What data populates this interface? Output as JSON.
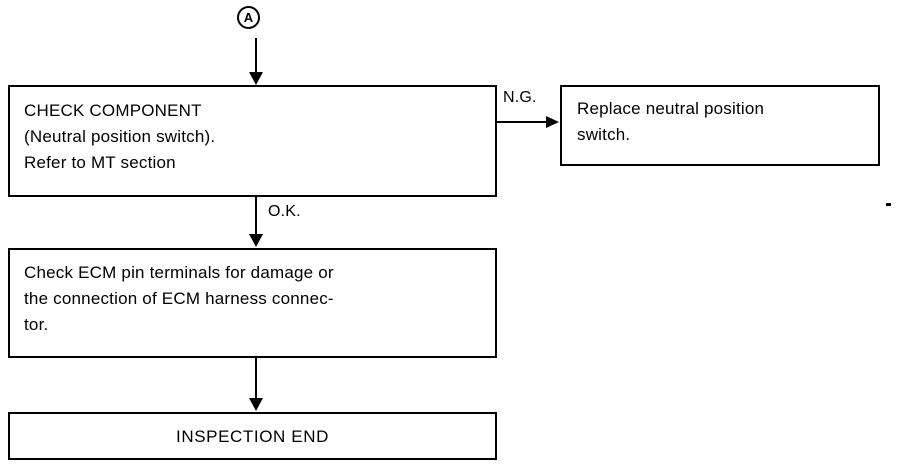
{
  "diagram": {
    "title": "Neutral position switch diagnostic flow chart",
    "colors": {
      "line": "#000000",
      "background": "#ffffff",
      "text": "#000000"
    },
    "connector": {
      "name": "entry-connector",
      "label": "A"
    },
    "nodes": [
      {
        "id": "check-component",
        "text": "CHECK COMPONENT\n(Neutral position switch).\nRefer to MT section"
      },
      {
        "id": "replace-switch",
        "text": "Replace neutral position\nswitch."
      },
      {
        "id": "check-ecm-pins",
        "text": "Check ECM pin terminals for damage or\nthe connection of ECM harness connec-\ntor."
      },
      {
        "id": "inspection-end",
        "text": "INSPECTION END"
      }
    ],
    "edges": [
      {
        "id": "ng-branch",
        "label": "N.G."
      },
      {
        "id": "ok-branch",
        "label": "O.K."
      }
    ]
  }
}
